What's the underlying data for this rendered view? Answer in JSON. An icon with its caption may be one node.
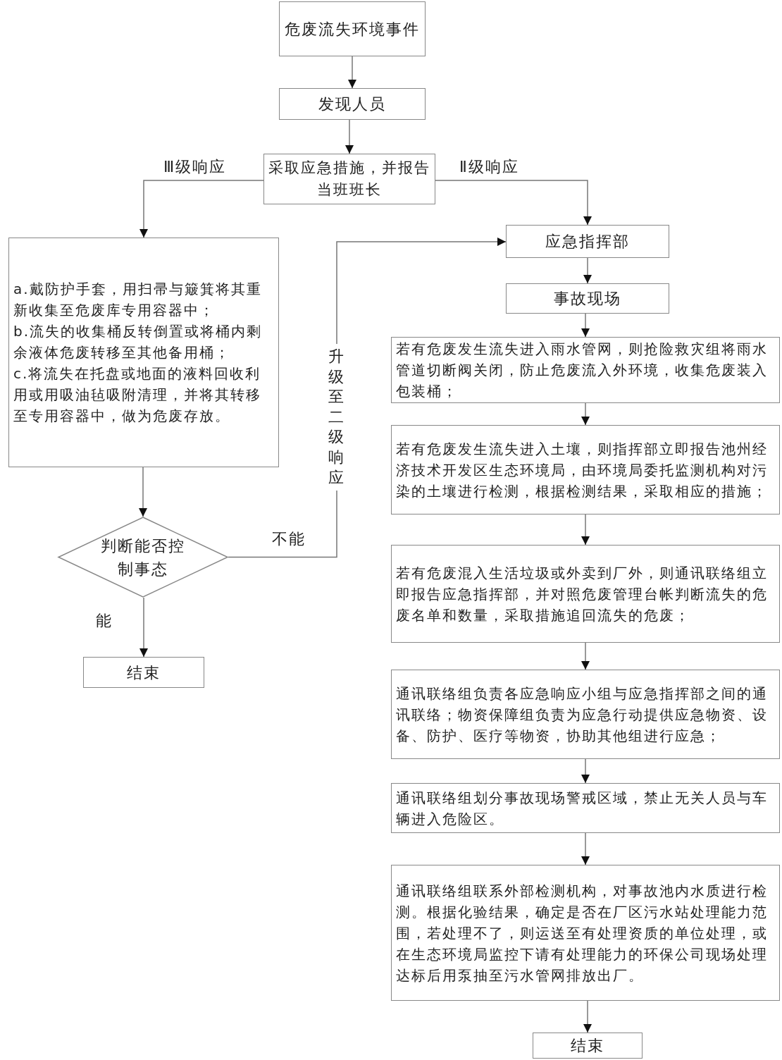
{
  "diagram": {
    "nodes": [
      {
        "text": [
          "危废流失环境事件"
        ]
      },
      {
        "text": [
          "发现人员"
        ]
      },
      {
        "text": [
          "采取应急措施，并报告当班班长"
        ]
      },
      {
        "text": [
          "a.戴防护手套，用扫帚与簸箕将其重新收集至危废库专用容器中；",
          "b.流失的收集桶反转倒置或将桶内剩余液体危废转移至其他备用桶；",
          "c.将流失在托盘或地面的液料回收利用或用吸油毡吸附清理，并将其转移至专用容器中，做为危废存放。"
        ]
      },
      {
        "text": [
          "应急指挥部"
        ]
      },
      {
        "text": [
          "事故现场"
        ]
      },
      {
        "text": [
          "若有危废发生流失进入雨水管网，则抢险救灾组将雨水管道切断阀关闭，防止危废流入外环境，收集危废装入包装桶；"
        ]
      },
      {
        "text": [
          "若有危废发生流失进入土壤，则指挥部立即报告池州经济技术开发区生态环境局，由环境局委托监测机构对污染的土壤进行检测，根据检测结果，采取相应的措施；"
        ]
      },
      {
        "text": [
          "若有危废混入生活垃圾或外卖到厂外，则通讯联络组立即报告应急指挥部，并对照危废管理台帐判断流失的危废名单和数量，采取措施追回流失的危废；"
        ]
      },
      {
        "text": [
          "通讯联络组负责各应急响应小组与应急指挥部之间的通讯联络；物资保障组负责为应急行动提供应急物资、设备、防护、医疗等物资，协助其他组进行应急；"
        ]
      },
      {
        "text": [
          "通讯联络组划分事故现场警戒区域，禁止无关人员与车辆进入危险区。"
        ]
      },
      {
        "text": [
          "通讯联络组联系外部检测机构，对事故池内水质进行检测。根据化验结果，确定是否在厂区污水站处理能力范围，若处理不了，则运送至有处理资质的单位处理，或在生态环境局监控下请有处理能力的环保公司现场处理达标后用泵抽至污水管网排放出厂。"
        ]
      },
      {
        "text": [
          "结束"
        ]
      },
      {
        "text": [
          "判断能否控制事态"
        ]
      },
      {
        "text": [
          "结束"
        ]
      }
    ],
    "edges": [
      {
        "from": 0,
        "to": 1,
        "arrow": "to"
      },
      {
        "from": 1,
        "to": 2,
        "arrow": "to"
      },
      {
        "from": 2,
        "to": 3,
        "arrow": "to",
        "label": "Ⅲ级响应"
      },
      {
        "from": 2,
        "to": 4,
        "arrow": "to",
        "label": "Ⅱ级响应"
      },
      {
        "from": 3,
        "to": 13,
        "arrow": "to"
      },
      {
        "from": 13,
        "to": 4,
        "arrow": "to",
        "label": "不能"
      },
      {
        "from": 13,
        "to": 14,
        "arrow": "to",
        "label": "能"
      },
      {
        "from": 4,
        "to": 5,
        "arrow": "to"
      },
      {
        "from": 5,
        "to": 6,
        "arrow": "to"
      },
      {
        "from": 6,
        "to": 7,
        "arrow": "to"
      },
      {
        "from": 7,
        "to": 8,
        "arrow": "to"
      },
      {
        "from": 8,
        "to": 9,
        "arrow": "to"
      },
      {
        "from": 9,
        "to": 10,
        "arrow": "to"
      },
      {
        "from": 10,
        "to": 11,
        "arrow": "to"
      },
      {
        "from": 11,
        "to": 12,
        "arrow": "to"
      }
    ],
    "labels": [
      "升级至二级响应"
    ]
  }
}
